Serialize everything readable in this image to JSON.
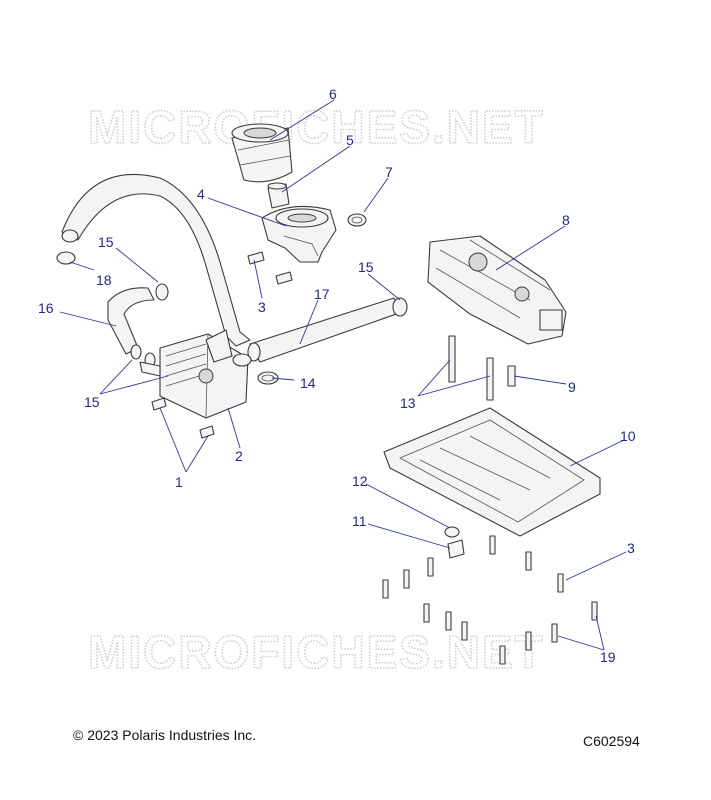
{
  "watermark": "MICROFICHES.NET",
  "copyright": "© 2023 Polaris Industries Inc.",
  "figure_id": "C602594",
  "callouts": {
    "c1": "1",
    "c2": "2",
    "c3a": "3",
    "c3b": "3",
    "c4": "4",
    "c5": "5",
    "c6": "6",
    "c7": "7",
    "c8": "8",
    "c9": "9",
    "c10": "10",
    "c11": "11",
    "c12": "12",
    "c13": "13",
    "c14": "14",
    "c15a": "15",
    "c15b": "15",
    "c15c": "15",
    "c16": "16",
    "c17": "17",
    "c18": "18",
    "c19": "19"
  },
  "colors": {
    "callout": "#1f2a8a",
    "line": "#3a3a3a",
    "watermark": "#cfcfcf"
  }
}
